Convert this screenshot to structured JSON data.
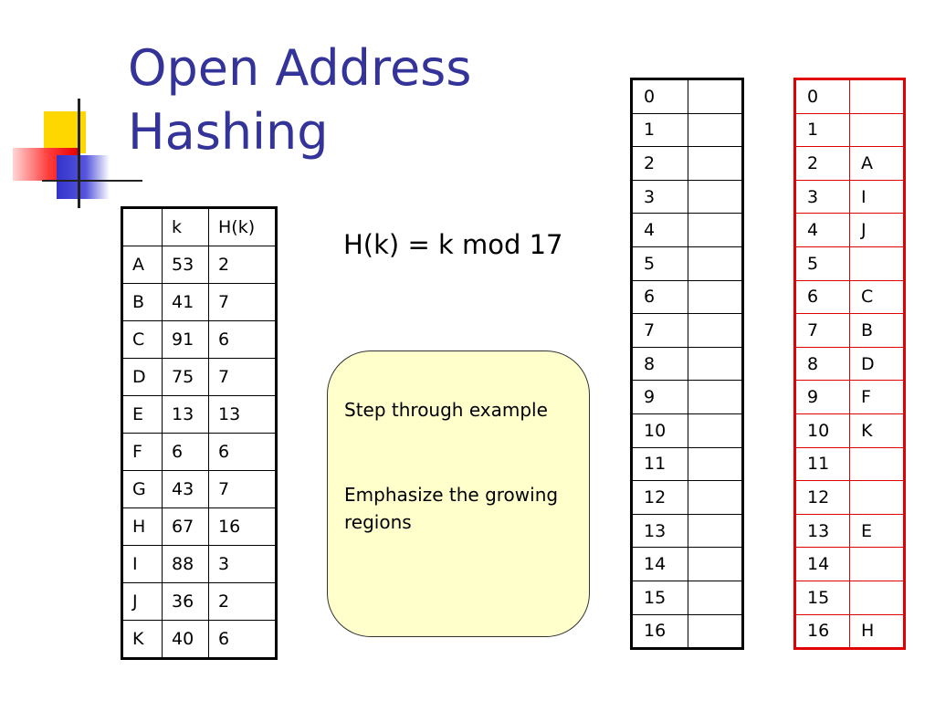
{
  "slide": {
    "title_line1": "Open Address",
    "title_line2": "Hashing",
    "formula": "H(k) = k mod 17"
  },
  "key_table": {
    "headers": [
      "",
      "k",
      "H(k)"
    ],
    "rows": [
      [
        "A",
        "53",
        "2"
      ],
      [
        "B",
        "41",
        "7"
      ],
      [
        "C",
        "91",
        "6"
      ],
      [
        "D",
        "75",
        "7"
      ],
      [
        "E",
        "13",
        "13"
      ],
      [
        "F",
        "6",
        "6"
      ],
      [
        "G",
        "43",
        "7"
      ],
      [
        "H",
        "67",
        "16"
      ],
      [
        "I",
        "88",
        "3"
      ],
      [
        "J",
        "36",
        "2"
      ],
      [
        "K",
        "40",
        "6"
      ]
    ]
  },
  "note": {
    "line1": "Step through example",
    "line2": "Emphasize the growing regions"
  },
  "empty_table": {
    "slots": [
      "0",
      "1",
      "2",
      "3",
      "4",
      "5",
      "6",
      "7",
      "8",
      "9",
      "10",
      "11",
      "12",
      "13",
      "14",
      "15",
      "16"
    ],
    "values": [
      "",
      "",
      "",
      "",
      "",
      "",
      "",
      "",
      "",
      "",
      "",
      "",
      "",
      "",
      "",
      "",
      ""
    ]
  },
  "filled_table": {
    "slots": [
      "0",
      "1",
      "2",
      "3",
      "4",
      "5",
      "6",
      "7",
      "8",
      "9",
      "10",
      "11",
      "12",
      "13",
      "14",
      "15",
      "16"
    ],
    "values": [
      "",
      "",
      "A",
      "I",
      "J",
      "",
      "C",
      "B",
      "D",
      "F",
      "K",
      "",
      "",
      "E",
      "",
      "",
      "H"
    ]
  },
  "colors": {
    "title": "#333399",
    "note_bg": "#ffffcc",
    "filled_border": "#e00000"
  }
}
